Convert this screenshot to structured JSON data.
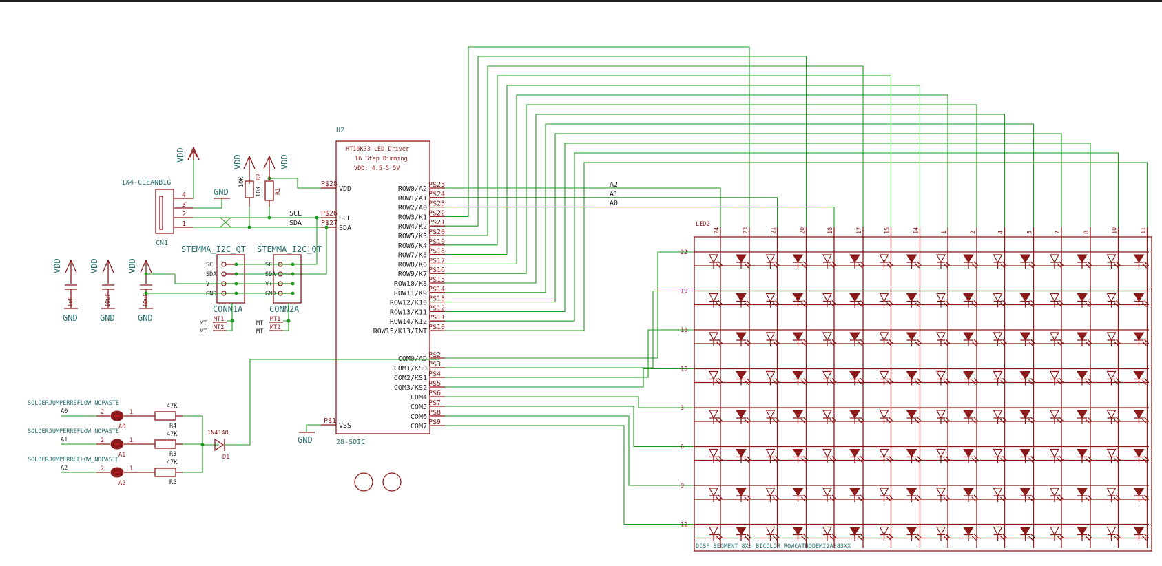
{
  "ic": {
    "ref": "U2",
    "title": "HT16K33 LED Driver",
    "subtitle": "16 Step Dimming",
    "vdd_range": "VDD:    4.5-5.5V",
    "package": "28-SOIC",
    "pin_vdd": "VDD",
    "pin_scl": "SCL",
    "pin_sda": "SDA",
    "pin_vss": "VSS",
    "left_pins": [
      "P$28",
      "P$26",
      "P$27",
      "P$1"
    ],
    "right_pins": [
      "ROW0/A2",
      "ROW1/A1",
      "ROW2/A0",
      "ROW3/K1",
      "ROW4/K2",
      "ROW5/K3",
      "ROW6/K4",
      "ROW7/K5",
      "ROW8/K6",
      "ROW9/K7",
      "ROW10/K8",
      "ROW11/K9",
      "ROW12/K10",
      "ROW13/K11",
      "ROW14/K12",
      "ROW15/K13/INT",
      "COM0/AD",
      "COM1/KS0",
      "COM2/KS1",
      "COM3/KS2",
      "COM4",
      "COM5",
      "COM6",
      "COM7"
    ],
    "right_pin_nums": [
      "P$25",
      "P$24",
      "P$23",
      "P$22",
      "P$21",
      "P$20",
      "P$19",
      "P$18",
      "P$17",
      "P$16",
      "P$15",
      "P$14",
      "P$13",
      "P$12",
      "P$11",
      "P$10",
      "P$2",
      "P$3",
      "P$4",
      "P$5",
      "P$6",
      "P$7",
      "P$8",
      "P$9"
    ]
  },
  "address_nets": [
    "A2",
    "A1",
    "A0"
  ],
  "header": {
    "name": "1X4-CLEANBIG",
    "ref": "CN1",
    "pins": [
      "4",
      "3",
      "2",
      "1"
    ],
    "gnd": "GND",
    "vdd": "VDD",
    "scl": "SCL",
    "sda": "SDA"
  },
  "pullups": {
    "r2": "R2",
    "r2_value": "10K",
    "r1": "R1",
    "r1_value": "10K",
    "vdd": "VDD"
  },
  "caps": {
    "vdd": "VDD",
    "gnd": "GND",
    "values": [
      "1uF",
      "10uF",
      "10uF"
    ]
  },
  "stemma": [
    {
      "name": "STEMMA_I2C_QT",
      "ref": "CONN1A",
      "pins": [
        "SCL",
        "SDA",
        "V+",
        "GND"
      ],
      "mt1": "MT1",
      "mt2": "MT2",
      "mt": "MT"
    },
    {
      "name": "STEMMA_I2C_QT",
      "ref": "CONN2A",
      "pins": [
        "SCL",
        "SDA",
        "V+",
        "GND"
      ],
      "mt1": "MT1",
      "mt2": "MT2",
      "mt": "MT"
    }
  ],
  "jumpers": [
    {
      "name": "SOLDERJUMPERREFLOW_NOPASTE",
      "net": "A0",
      "ref": "A0",
      "res_ref": "R4",
      "res_val": "47K"
    },
    {
      "name": "SOLDERJUMPERREFLOW_NOPASTE",
      "net": "A1",
      "ref": "A1",
      "res_ref": "R3",
      "res_val": "47K"
    },
    {
      "name": "SOLDERJUMPERREFLOW_NOPASTE",
      "net": "A2",
      "ref": "A2",
      "res_ref": "R5",
      "res_val": "47K"
    }
  ],
  "jumper_pins": [
    "2",
    "1"
  ],
  "diode": {
    "part": "1N4148",
    "ref": "D1"
  },
  "vss_gnd": "GND",
  "led_matrix": {
    "ref": "LED2",
    "part": "DISP_SEGMENT_8X8_BICOLOR_ROWCATHODEMI2A883XX",
    "top_pins": [
      "24",
      "23",
      "21",
      "20",
      "18",
      "17",
      "15",
      "14",
      "1",
      "2",
      "4",
      "5",
      "7",
      "8",
      "10",
      "11"
    ],
    "left_pins": [
      "22",
      "19",
      "16",
      "13",
      "3",
      "6",
      "9",
      "12"
    ]
  },
  "colors": {
    "wire": "#1c9a1c",
    "part": "#8b1a1a",
    "label": "#2a7070"
  }
}
